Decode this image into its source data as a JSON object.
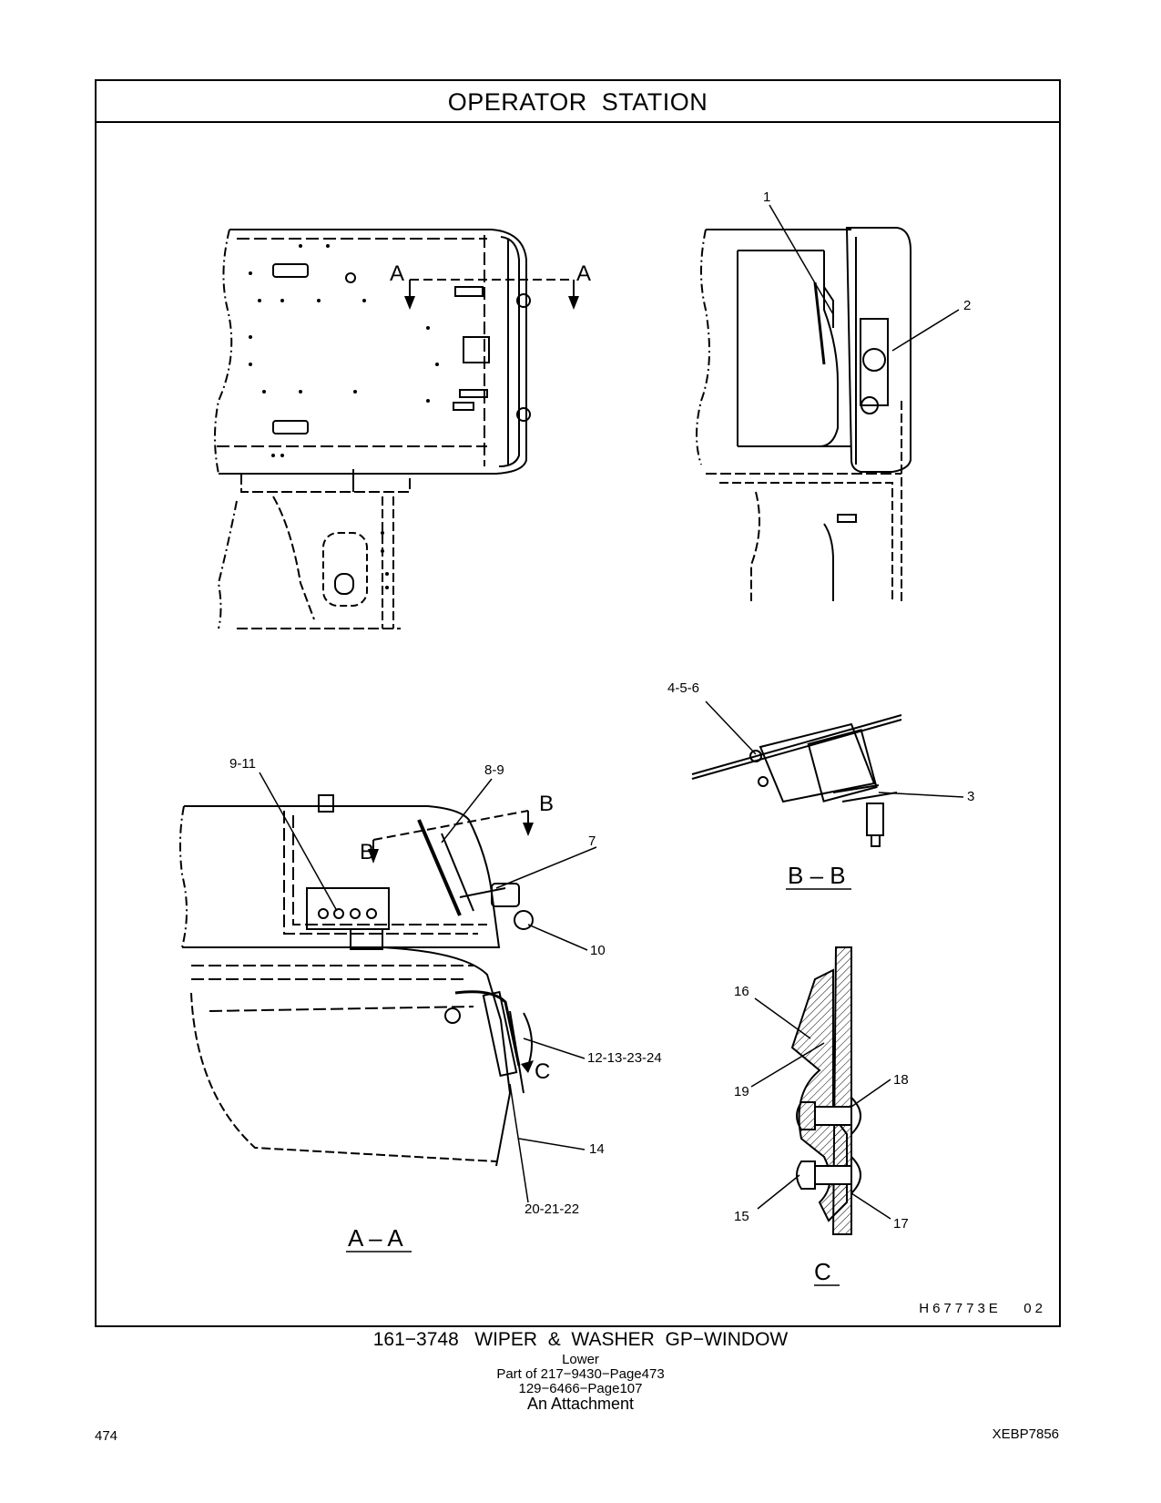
{
  "page_title": "OPERATOR  STATION",
  "callouts": {
    "c1": "1",
    "c2": "2",
    "c3": "3",
    "c456": "4-5-6",
    "c7": "7",
    "c89": "8-9",
    "c911": "9-11",
    "c10": "10",
    "c12": "12-13-23-24",
    "c14": "14",
    "c15": "15",
    "c16": "16",
    "c17": "17",
    "c18": "18",
    "c19": "19",
    "c2022": "20-21-22"
  },
  "section_marks": {
    "a_left": "A",
    "a_right": "A",
    "b_left": "B",
    "b_right": "B",
    "c_mark": "C"
  },
  "view_titles": {
    "aa": "A – A",
    "bb": "B – B",
    "c": "C"
  },
  "drawing_code": "H67773E   02",
  "caption": {
    "main": "161−3748   WIPER  &  WASHER  GP−WINDOW",
    "line1": "Lower",
    "line2": "Part of 217−9430−Page473",
    "line3": "129−6466−Page107",
    "line4": "An Attachment"
  },
  "page_number": "474",
  "doc_code": "XEBP7856"
}
